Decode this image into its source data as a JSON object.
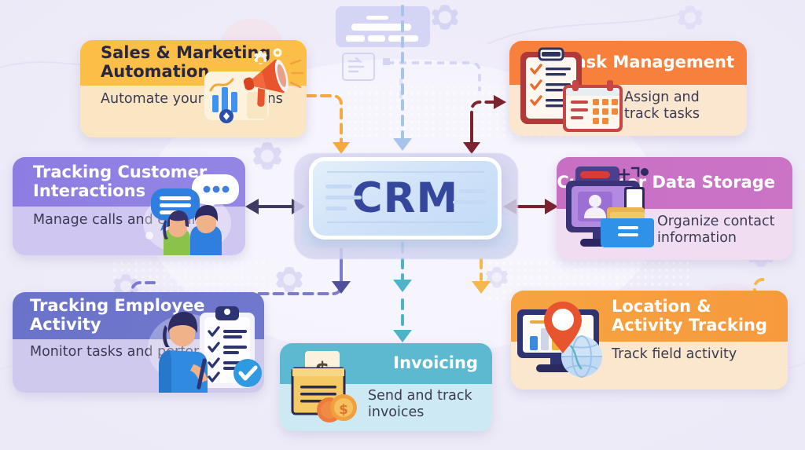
{
  "poster": {
    "hub": {
      "label": "CRM",
      "name": "crm-hub"
    },
    "background_color": "#efecf9",
    "accents": {
      "hub_text": "#35479c",
      "sales_header": "#fbbf48",
      "sales_body": "#fbe6c4",
      "task_header": "#f6803c",
      "task_body": "#fbe6d0",
      "tracking_header": "#8d7ce2",
      "tracking_body": "#cfc6f1",
      "data_header": "#c86fc4",
      "data_body": "#f0ddf2",
      "employee_header": "#6a73c9",
      "employee_body": "#cfc9ee",
      "invoicing_header": "#5cb9cf",
      "invoicing_body": "#cde9f4",
      "location_header": "#f5a441",
      "location_body": "#fae7cd"
    }
  },
  "cards": [
    {
      "id": "card-sales",
      "title": "Sales & Marketing Automation",
      "subtitle": "Automate your campaigns",
      "icon": "megaphone-chart-icon",
      "header_color": "#fbbf48",
      "body_color": "#fbe6c4"
    },
    {
      "id": "card-task",
      "title": "Task Management",
      "subtitle": "Assign and track tasks",
      "icon": "clipboard-calendar-icon",
      "header_color": "#f6803c",
      "body_color": "#fbe6d0"
    },
    {
      "id": "card-track",
      "title": "Tracking Customer Interactions",
      "subtitle": "Manage calls and emails",
      "icon": "chat-bubbles-people-icon",
      "header_color": "#8d7ce2",
      "body_color": "#cfc6f1"
    },
    {
      "id": "card-data",
      "title": "Customer Data Storage",
      "subtitle": "Organize contact information",
      "icon": "monitor-folder-contact-icon",
      "header_color": "#c86fc4",
      "body_color": "#f0ddf2"
    },
    {
      "id": "card-emp",
      "title": "Tracking Employee Activity",
      "subtitle": "Monitor tasks and performance",
      "icon": "person-checklist-icon",
      "header_color": "#6a73c9",
      "body_color": "#cfc9ee"
    },
    {
      "id": "card-inv",
      "title": "Invoicing",
      "subtitle": "Send and track invoices",
      "icon": "invoice-dollar-coins-icon",
      "header_color": "#5cb9cf",
      "body_color": "#cde9f4"
    },
    {
      "id": "card-loc",
      "title": "Location & Activity Tracking",
      "subtitle": "Track field activity",
      "icon": "map-pin-monitor-globe-icon",
      "header_color": "#f5a441",
      "body_color": "#fae7cd"
    }
  ],
  "connectors": [
    {
      "name": "connector-hub-to-sales",
      "style": "dashed-elbow",
      "color": "#f5a93f",
      "direction": "down"
    },
    {
      "name": "connector-hub-to-task",
      "style": "dashed-elbow",
      "color": "#7d2330",
      "direction": "up-right"
    },
    {
      "name": "connector-hub-top-center",
      "style": "dashed-line",
      "color": "#a8c4ea",
      "direction": "down"
    },
    {
      "name": "connector-hub-to-tracking",
      "style": "solid-double-arrow",
      "color": "#3d3a63",
      "direction": "left-right"
    },
    {
      "name": "connector-hub-to-data",
      "style": "solid-double-arrow",
      "color": "#7d2330",
      "direction": "left-right"
    },
    {
      "name": "connector-hub-to-employee",
      "style": "dashed-elbow",
      "color": "#7b7bd0",
      "direction": "down-left"
    },
    {
      "name": "connector-hub-to-invoicing",
      "style": "dashed-line",
      "color": "#4fb3c8",
      "direction": "down"
    },
    {
      "name": "connector-hub-to-location",
      "style": "dashed-elbow",
      "color": "#f5b84f",
      "direction": "down-right"
    }
  ]
}
